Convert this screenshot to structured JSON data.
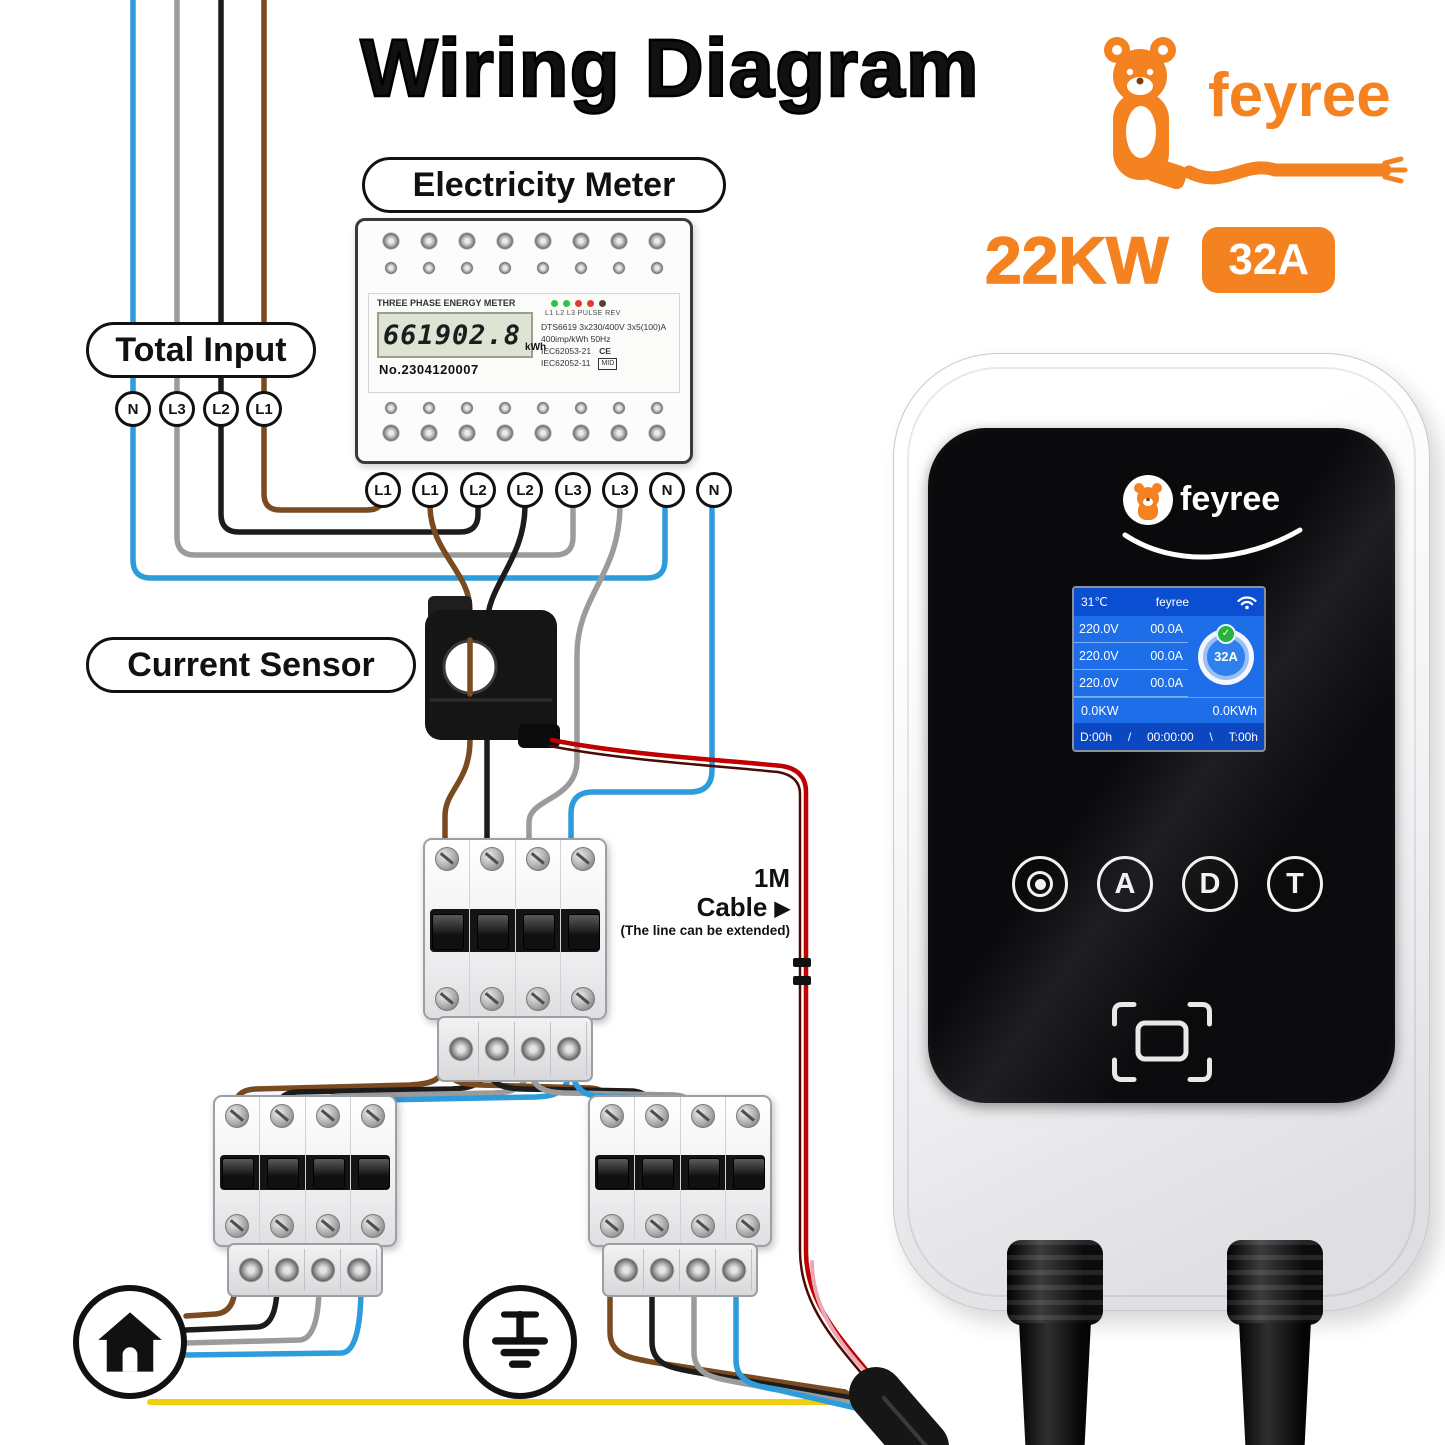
{
  "title": "Wiring Diagram",
  "brand": {
    "name": "feyree",
    "power": "22KW",
    "amp_badge": "32A"
  },
  "labels": {
    "electricity_meter": "Electricity Meter",
    "total_input": "Total Input",
    "current_sensor": "Current Sensor",
    "cable_len": "1M",
    "cable_word": "Cable",
    "cable_note": "(The line can be extended)"
  },
  "terminals": {
    "input": [
      "N",
      "L3",
      "L2",
      "L1"
    ],
    "meter": [
      "L1",
      "L1",
      "L2",
      "L2",
      "L3",
      "L3",
      "N",
      "N"
    ]
  },
  "meter": {
    "heading": "THREE PHASE ENERGY METER",
    "reading": "661902.8",
    "unit": "kWh",
    "indicators": "L1 L2 L3 PULSE REV",
    "model": "DTS6619  3x230/400V  3x5(100)A",
    "imp": "400imp/kWh  50Hz",
    "iec1": "IEC62053-21",
    "iec2": "IEC62052-11",
    "ce": "CE",
    "mid": "MID",
    "serial": "No.2304120007"
  },
  "charger": {
    "display": {
      "temp": "31℃",
      "header": "feyree",
      "phases": [
        {
          "voltage": "220.0V",
          "current": "00.0A"
        },
        {
          "voltage": "220.0V",
          "current": "00.0A"
        },
        {
          "voltage": "220.0V",
          "current": "00.0A"
        }
      ],
      "limit": "32A",
      "power": "0.0KW",
      "energy": "0.0KWh",
      "duration": "D:00h",
      "clock": "00:00:00",
      "total": "T:00h",
      "sep1": "/",
      "sep2": "\\"
    },
    "buttons": {
      "a": "A",
      "d": "D",
      "t": "T"
    }
  },
  "icons": {
    "arrow_right": "▶",
    "check": "✓"
  },
  "colors": {
    "accent": "#F58220",
    "wire_blue": "#2D9CDB",
    "wire_gray": "#9B9B9B",
    "wire_black": "#1C1C1C",
    "wire_brown": "#7A4A21",
    "wire_yellow": "#F2CE0C",
    "wire_red": "#C00000",
    "wire_red_dark": "#4A0A05",
    "wire_pink": "#EBA8B4",
    "screen_blue": "#1D6EE8"
  }
}
